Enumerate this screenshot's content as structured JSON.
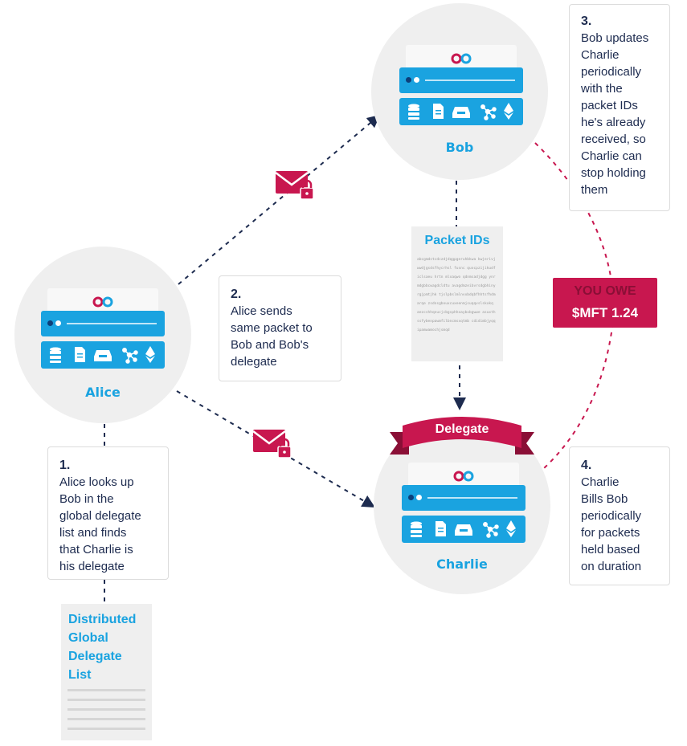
{
  "nodes": {
    "alice": {
      "label": "Alice"
    },
    "bob": {
      "label": "Bob"
    },
    "charlie": {
      "label": "Charlie"
    }
  },
  "delegate_ribbon": {
    "label": "Delegate"
  },
  "packet_ids": {
    "title": "Packet IDs",
    "filler_text": "abcgmdstcdczdjdqgpgeruhbkwa kwjerivjwwdjgsdsfhycrhsl fusnc quocpzijikudficlsaeu hrtn mlxaqwo qdnmsadjdgg ynrmdgbbcwagdcldtu avagdmzeibvrsdgbhinyrgjpmtjhk tjslpbslmlnvxbdqbfhhtsfhdmarqe zsdnsgbouxcuxeenmjsuqqvslskxkq aezcshhqnucjcbgsphhxaybxbgwwe asuxthssfybenpawmfilbncmsxqtmb cdidimbjyqqipamwamochjsmqd"
  },
  "steps": {
    "s1": {
      "num": "1.",
      "text": "Alice looks up\nBob in the\nglobal delegate\nlist and finds\nthat Charlie is\nhis delegate"
    },
    "s2": {
      "num": "2.",
      "text": "Alice sends\nsame packet to\nBob and Bob's\ndelegate"
    },
    "s3": {
      "num": "3.",
      "text": "Bob updates\nCharlie\nperiodically\nwith the\npacket IDs\nhe's already\nreceived, so\nCharlie can\nstop holding\nthem"
    },
    "s4": {
      "num": "4.",
      "text": "Charlie\nBills Bob\nperiodically\nfor packets\nheld based\non duration"
    }
  },
  "global_list": {
    "title": "Distributed\nGlobal\nDelegate\nList"
  },
  "invoice": {
    "line1": "YOU OWE",
    "line2": "$MFT 1.24"
  },
  "colors": {
    "accent_blue": "#1aa3e0",
    "accent_red": "#c8174f",
    "navy": "#1d2b4f"
  },
  "icons": [
    "database-icon",
    "document-icon",
    "inbox-icon",
    "network-icon",
    "ethereum-icon"
  ]
}
